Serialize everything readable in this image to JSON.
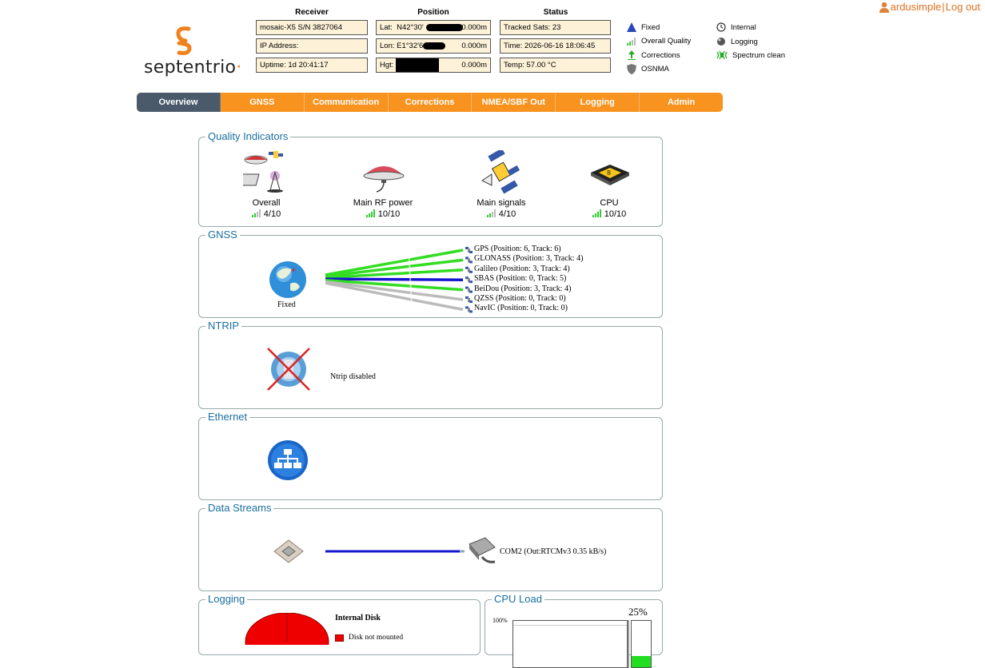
{
  "user": {
    "name": "ardusimple",
    "separator": "|",
    "logout": "Log out"
  },
  "logo": {
    "text": "septentrio"
  },
  "header": {
    "receiver": {
      "title": "Receiver",
      "model": "mosaic-X5 S/N 3827064",
      "ip": "IP Address:",
      "uptime": "Uptime: 1d 20:41:17"
    },
    "position": {
      "title": "Position",
      "lat_label": "Lat:",
      "lat_value": "N42°30'",
      "lat_err": "0.000m",
      "lon_label": "Lon:",
      "lon_value": "E1°32'6",
      "lon_err": "0.000m",
      "hgt_label": "Hgt:",
      "hgt_err": "0.000m"
    },
    "status": {
      "title": "Status",
      "tracked": "Tracked Sats: 23",
      "time": "Time: 2026-06-16 18:06:45",
      "temp": "Temp: 57.00 °C"
    }
  },
  "legend": {
    "fixed": "Fixed",
    "quality": "Overall Quality",
    "corrections": "Corrections",
    "osnma": "OSNMA",
    "internal": "Internal",
    "logging": "Logging",
    "spectrum": "Spectrum clean"
  },
  "nav": [
    "Overview",
    "GNSS",
    "Communication",
    "Corrections",
    "NMEA/SBF Out",
    "Logging",
    "Admin"
  ],
  "quality": {
    "title": "Quality Indicators",
    "items": [
      {
        "label": "Overall",
        "score": "4/10",
        "level": 4
      },
      {
        "label": "Main RF power",
        "score": "10/10",
        "level": 10
      },
      {
        "label": "Main signals",
        "score": "4/10",
        "level": 4
      },
      {
        "label": "CPU",
        "score": "10/10",
        "level": 10
      }
    ]
  },
  "gnss": {
    "title": "GNSS",
    "mode": "Fixed",
    "constellations": [
      {
        "label": "GPS (Position: 6, Track: 6)",
        "color": "#33dd22"
      },
      {
        "label": "GLONASS (Position: 3, Track: 4)",
        "color": "#33dd22"
      },
      {
        "label": "Galileo (Position: 3, Track: 4)",
        "color": "#33dd22"
      },
      {
        "label": "SBAS (Position: 0, Track: 5)",
        "color": "#1515d0"
      },
      {
        "label": "BeiDou (Position: 3, Track: 4)",
        "color": "#33dd22"
      },
      {
        "label": "QZSS (Position: 0, Track: 0)",
        "color": "#bbbbbb"
      },
      {
        "label": "NavIC (Position: 0, Track: 0)",
        "color": "#bbbbbb"
      }
    ]
  },
  "ntrip": {
    "title": "NTRIP",
    "status": "Ntrip disabled"
  },
  "ethernet": {
    "title": "Ethernet"
  },
  "streams": {
    "title": "Data Streams",
    "port": "COM2 (Out:RTCMv3 0.35 kB/s)"
  },
  "logging": {
    "title": "Logging",
    "disk_title": "Internal Disk",
    "disk_status": "Disk not mounted"
  },
  "cpu": {
    "title": "CPU Load",
    "percent_label": "25%",
    "axis_max": "100%",
    "load": 0.25
  }
}
